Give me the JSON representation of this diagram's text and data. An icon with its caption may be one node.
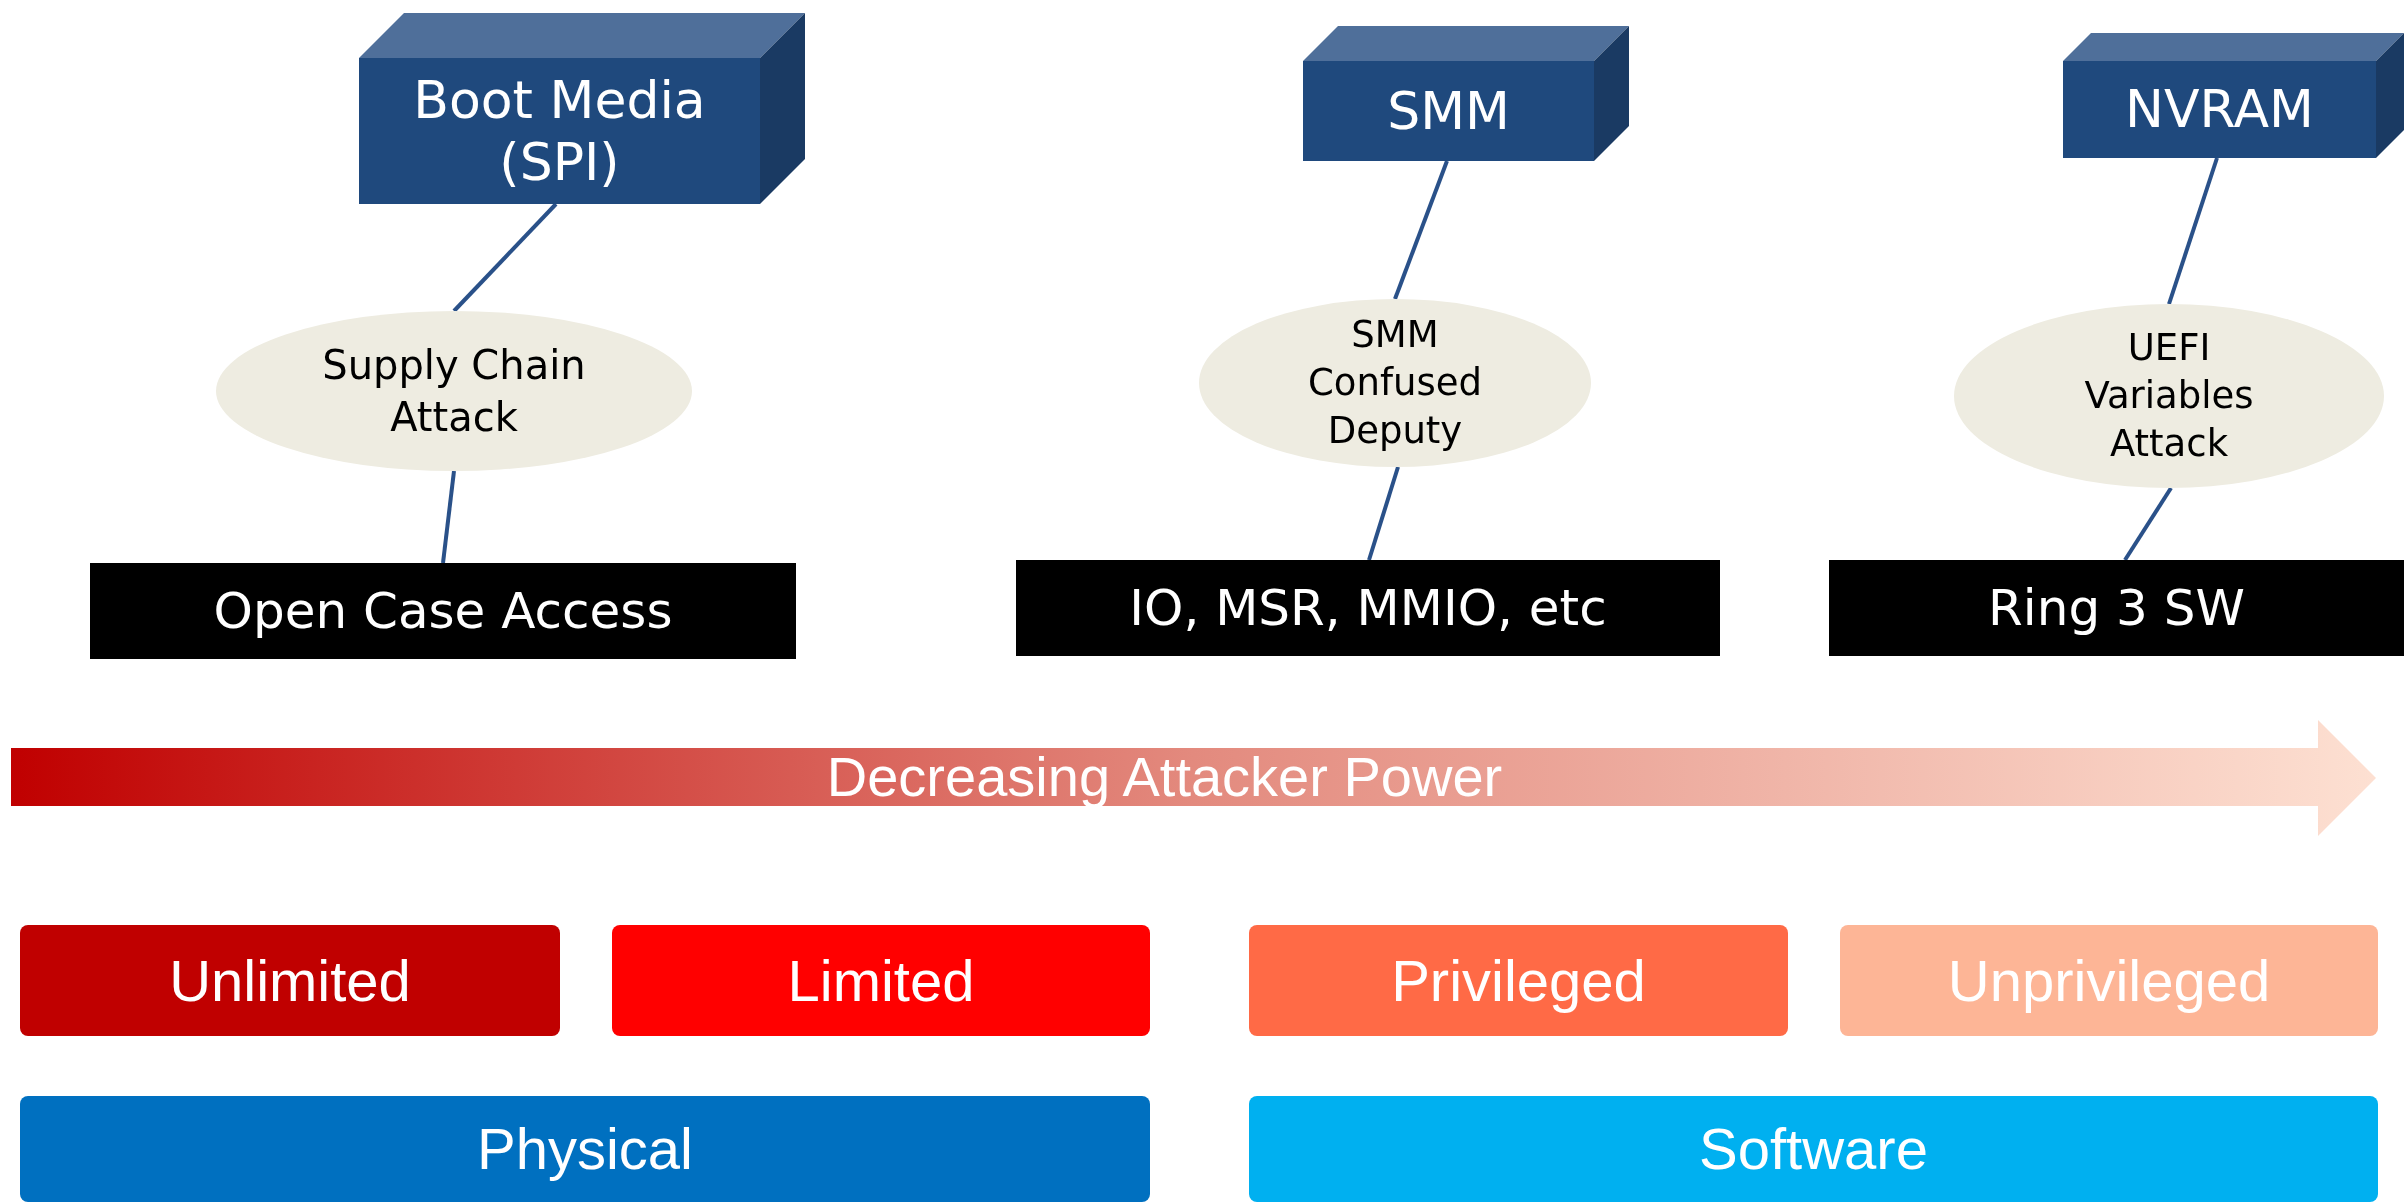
{
  "diagram": {
    "nodes": [
      {
        "text": [
          "Boot Media (SPI)"
        ]
      },
      {
        "text": [
          "SMM"
        ]
      },
      {
        "text": [
          "NVRAM"
        ]
      },
      {
        "text": [
          "Supply Chain Attack"
        ]
      },
      {
        "text": [
          "SMM Confused Deputy"
        ]
      },
      {
        "text": [
          "UEFI Variables Attack"
        ]
      },
      {
        "text": [
          "Open Case Access"
        ]
      },
      {
        "text": [
          "IO, MSR, MMIO, etc"
        ]
      },
      {
        "text": [
          "Ring 3 SW"
        ]
      },
      {
        "text": [
          "Decreasing Attacker Power"
        ]
      },
      {
        "text": [
          "Unlimited"
        ]
      },
      {
        "text": [
          "Limited"
        ]
      },
      {
        "text": [
          "Privileged"
        ]
      },
      {
        "text": [
          "Unprivileged"
        ]
      },
      {
        "text": [
          "Physical"
        ]
      },
      {
        "text": [
          "Software"
        ]
      }
    ],
    "edges": [
      {
        "from": 0,
        "to": 3,
        "arrow": "none"
      },
      {
        "from": 3,
        "to": 6,
        "arrow": "none"
      },
      {
        "from": 1,
        "to": 4,
        "arrow": "none"
      },
      {
        "from": 4,
        "to": 7,
        "arrow": "none"
      },
      {
        "from": 2,
        "to": 5,
        "arrow": "none"
      },
      {
        "from": 5,
        "to": 8,
        "arrow": "none"
      }
    ]
  }
}
